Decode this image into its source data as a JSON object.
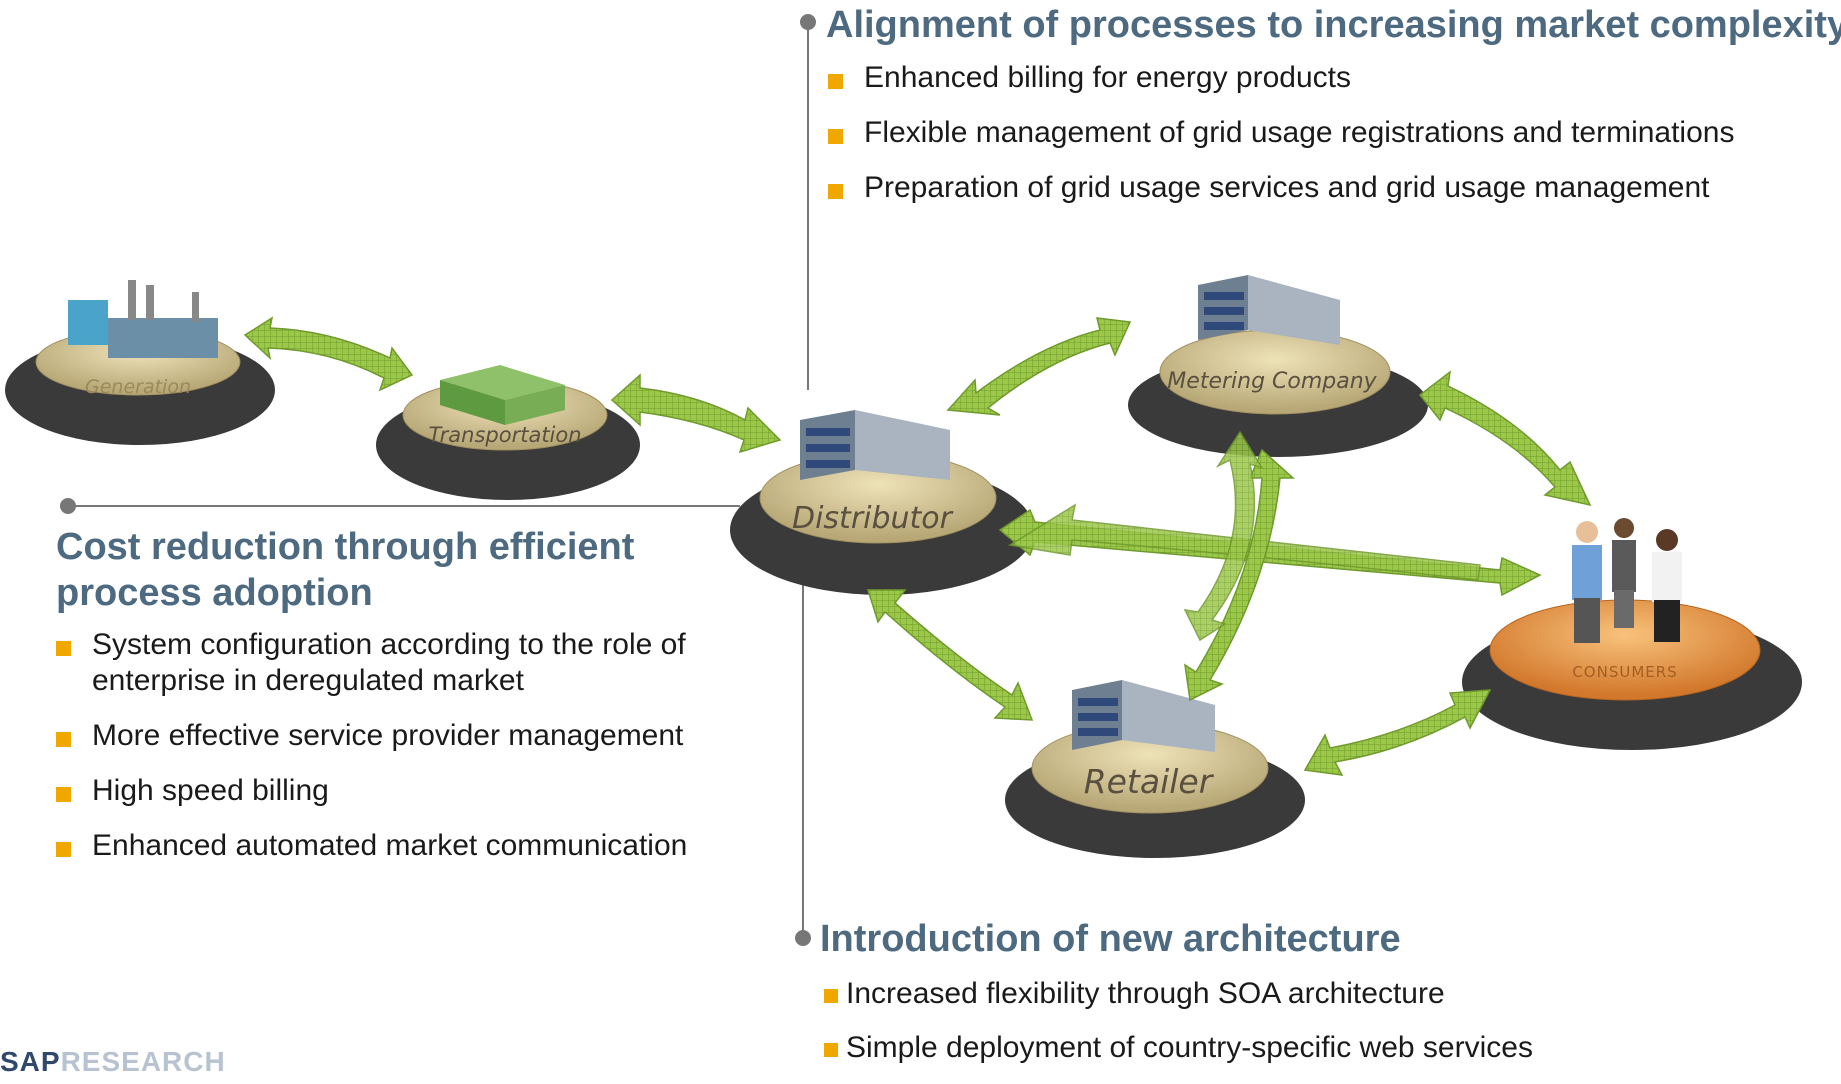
{
  "sections": {
    "alignment": {
      "heading": "Alignment of processes to increasing market complexity",
      "items": [
        "Enhanced billing for energy products",
        "Flexible management of grid usage registrations and terminations",
        "Preparation of grid usage services and grid usage management"
      ]
    },
    "cost": {
      "heading_line1": "Cost reduction through efficient",
      "heading_line2": "process adoption",
      "items": [
        {
          "line1": "System configuration according to the role of",
          "line2": "enterprise in deregulated market"
        },
        {
          "line1": "More effective service provider management",
          "line2": ""
        },
        {
          "line1": "High speed billing",
          "line2": ""
        },
        {
          "line1": "Enhanced automated market communication",
          "line2": ""
        }
      ]
    },
    "architecture": {
      "heading": "Introduction of new architecture",
      "items": [
        "Increased flexibility through SOA architecture",
        "Simple deployment of country-specific web services"
      ]
    }
  },
  "nodes": {
    "generation": "Generation",
    "transportation": "Transportation",
    "distributor": "Distributor",
    "metering": "Metering Company",
    "retailer": "Retailer",
    "consumers": "CONSUMERS"
  },
  "logo": {
    "part1": "SAP",
    "part2": "RESEARCH"
  },
  "colors": {
    "heading": "#4d6a80",
    "bullet": "#f0a800",
    "arrow_fill": "#8dbb3c",
    "platform_top": "#d8cb9a",
    "platform_shadow": "#3a3a3a",
    "consumer_platform": "#e8943c"
  }
}
